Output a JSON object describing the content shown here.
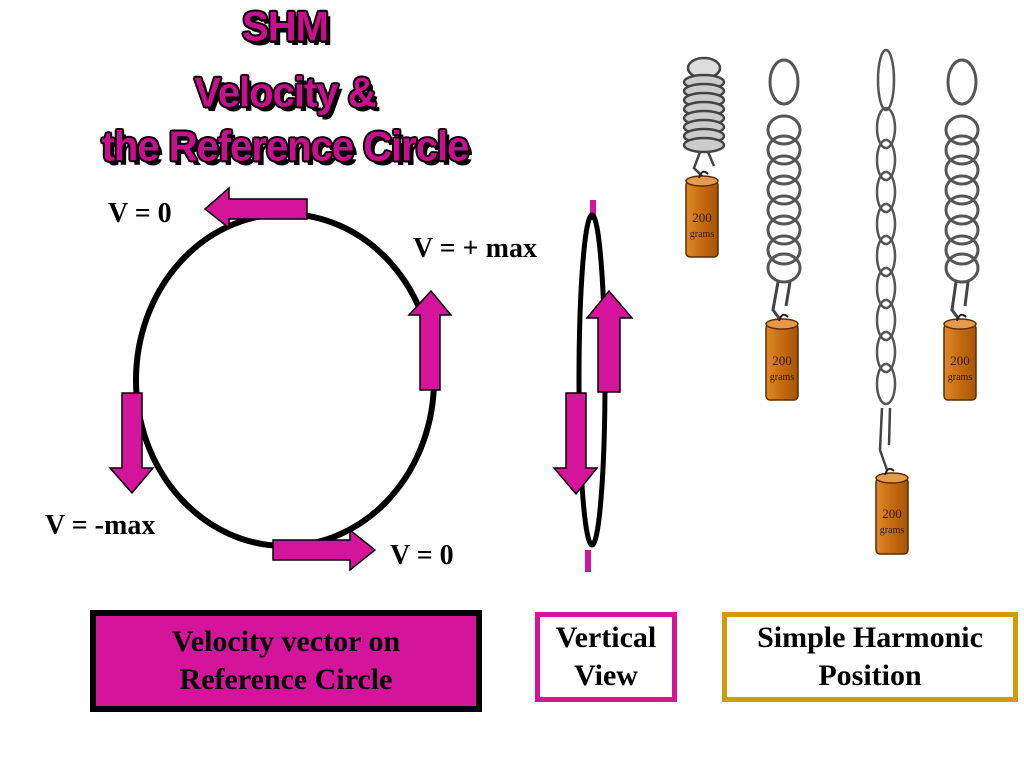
{
  "title": {
    "line1": "SHM",
    "line2": "Velocity &",
    "line3": "the Reference Circle"
  },
  "labels": {
    "v_zero_top": "V = 0",
    "v_plus_max": "V = + max",
    "v_minus_max": "V = -max",
    "v_zero_bottom": "V = 0"
  },
  "boxes": {
    "reference_circle": "Velocity vector on Reference Circle",
    "vertical_view": "Vertical View",
    "shm_position": "Simple Harmonic Position"
  },
  "weights": {
    "mass": "200",
    "unit": "grams"
  },
  "colors": {
    "magenta": "#d4149a",
    "title_magenta": "#c8108e",
    "gold_border": "#d19b0c",
    "weight_fill": "#c56a10",
    "spring_gray": "#888888"
  }
}
